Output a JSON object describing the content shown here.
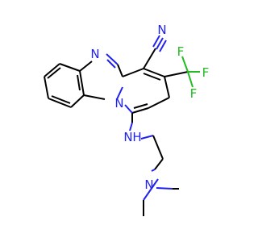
{
  "molecule": {
    "atoms": {
      "n_imine": "N",
      "n_bridge": "N",
      "n_nitrile": "N",
      "n_amine": "N",
      "h_amine": "H",
      "n_dimethyl": "N",
      "f_top": "F",
      "f_right": "F",
      "f_bottom": "F"
    }
  },
  "colors": {
    "carbon_bond": "#000000",
    "nitrogen": "#2222ee",
    "fluorine": "#22bb22",
    "background": "#ffffff"
  }
}
